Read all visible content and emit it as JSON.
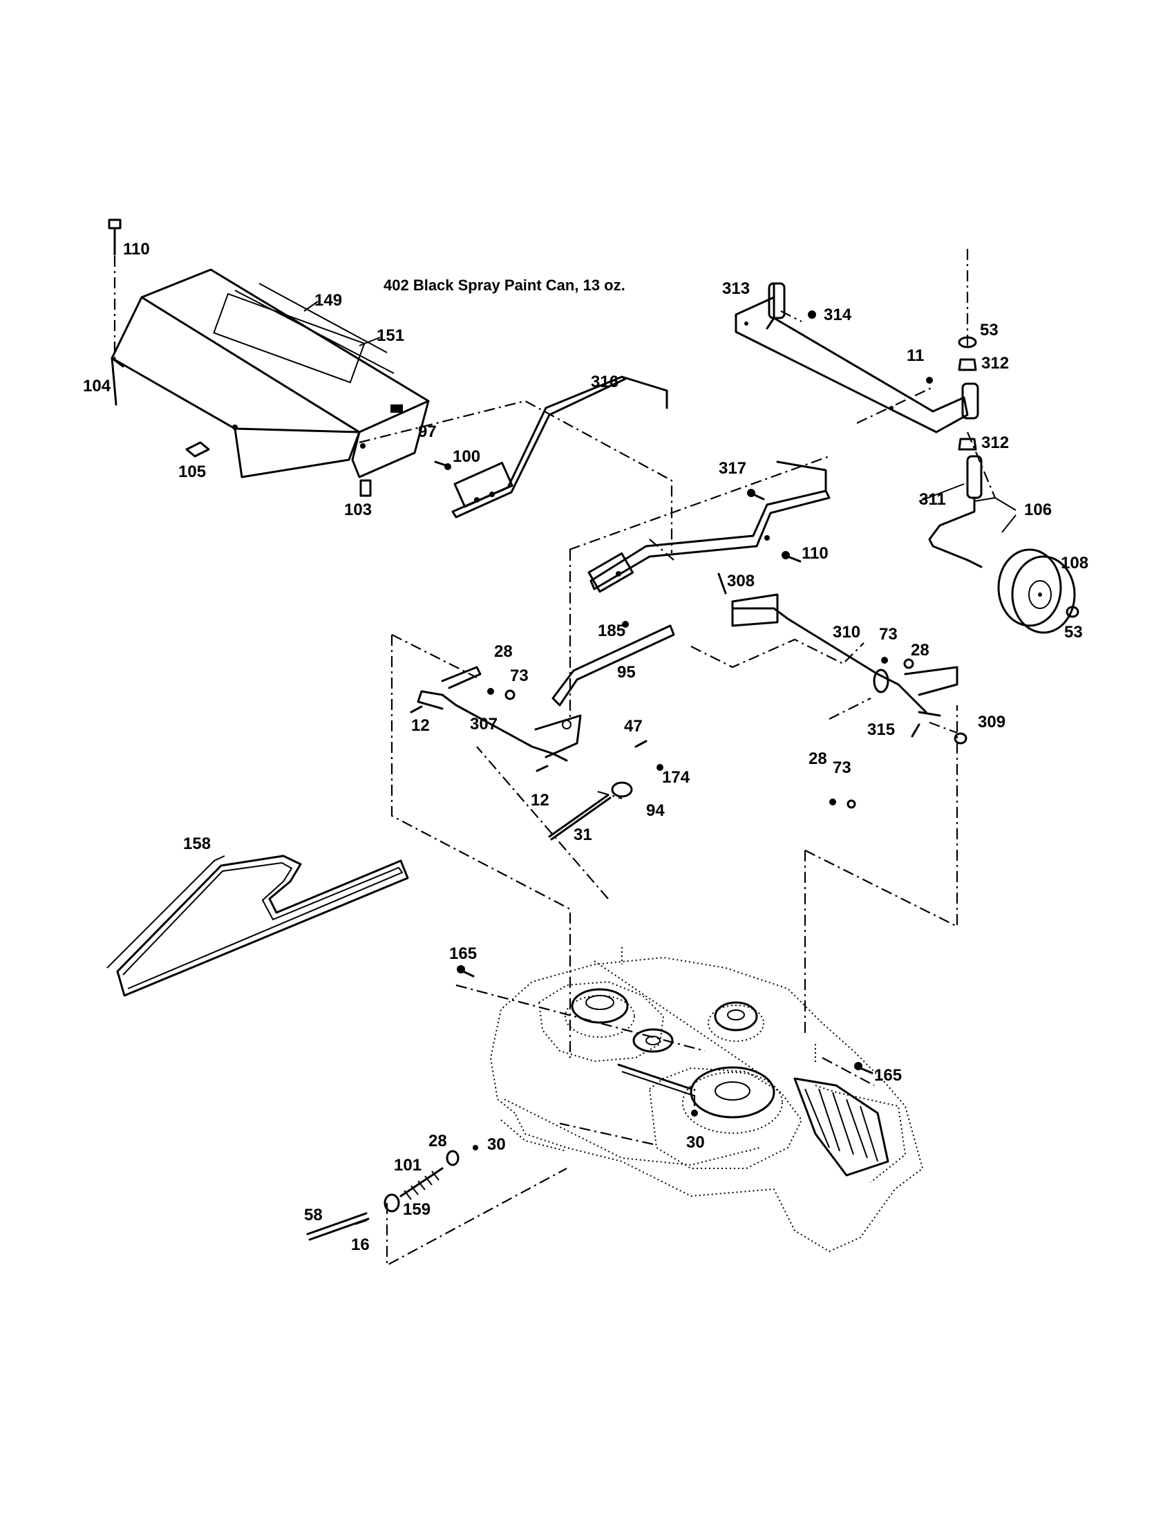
{
  "note": "402  Black Spray Paint Can, 13 oz.",
  "labels": {
    "l110a": "110",
    "l149": "149",
    "l151": "151",
    "l104": "104",
    "l105": "105",
    "l97": "97",
    "l100": "100",
    "l103": "103",
    "l316": "316",
    "l313": "313",
    "l314": "314",
    "l53a": "53",
    "l11": "11",
    "l312a": "312",
    "l312b": "312",
    "l317": "317",
    "l311": "311",
    "l106": "106",
    "l108": "108",
    "l110b": "110",
    "l308": "308",
    "l53b": "53",
    "l185": "185",
    "l95": "95",
    "l28a": "28",
    "l73a": "73",
    "l310": "310",
    "l73b": "73",
    "l28b": "28",
    "l12a": "12",
    "l307": "307",
    "l47": "47",
    "l174": "174",
    "l12b": "12",
    "l94": "94",
    "l31": "31",
    "l315": "315",
    "l309": "309",
    "l28c": "28",
    "l73c": "73",
    "l158": "158",
    "l165a": "165",
    "l165b": "165",
    "l30a": "30",
    "l28d": "28",
    "l101": "101",
    "l30b": "30",
    "l58": "58",
    "l159": "159",
    "l16": "16"
  }
}
